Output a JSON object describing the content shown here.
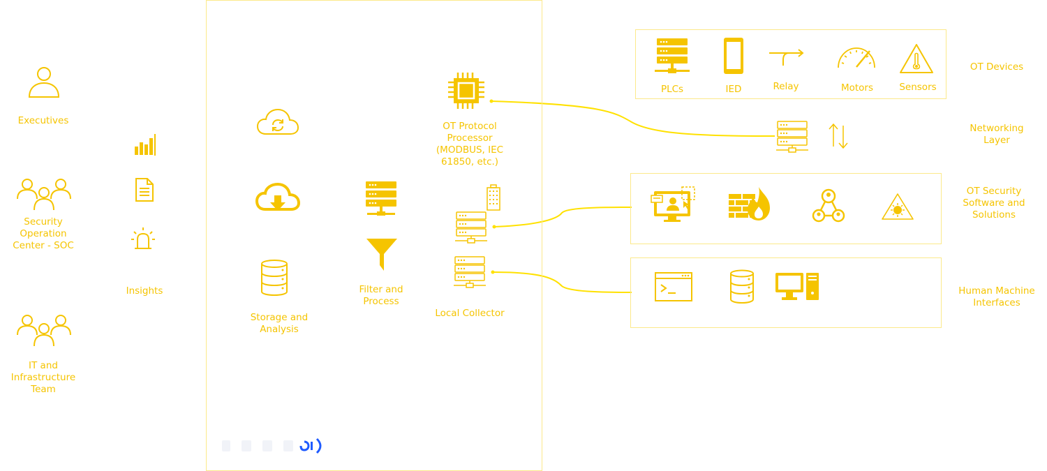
{
  "colors": {
    "accent": "#f5c400",
    "line": "#ffe100",
    "frame": "#fce98a",
    "logo": "#1f5bff"
  },
  "left": {
    "executives": "Executives",
    "soc": "Security\nOperation\nCenter - SOC",
    "it_team": "IT and\nInfrastructure\nTeam",
    "insights": "Insights"
  },
  "platform": {
    "storage": "Storage and\nAnalysis",
    "filter": "Filter and\nProcess",
    "local_collector": "Local Collector",
    "ot_protocol": "OT Protocol\nProcessor\n(MODBUS, IEC\n61850, etc.)"
  },
  "devices": {
    "plcs": "PLCs",
    "ied": "IED",
    "relay": "Relay",
    "motors": "Motors",
    "sensors": "Sensors"
  },
  "layers": {
    "ot_devices": "OT Devices",
    "networking": "Networking\nLayer",
    "ot_security": "OT Security\nSoftware and\nSolutions",
    "hmi": "Human Machine\nInterfaces"
  }
}
